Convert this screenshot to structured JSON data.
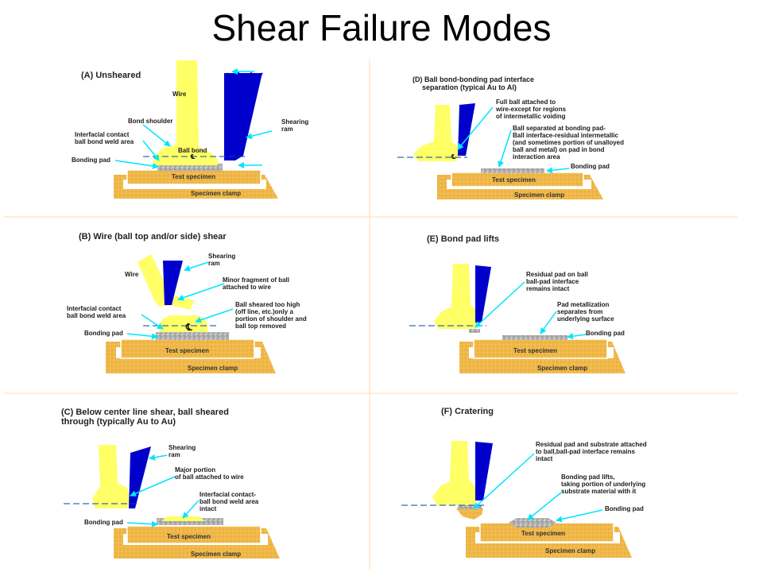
{
  "title": "Shear Failure Modes",
  "colors": {
    "yellow": "#ffff66",
    "gold": "#f0b848",
    "ram": "#0000cc",
    "arrow": "#00e5ff",
    "grey": "#a8a8a8",
    "divider": "#ffd9b3"
  },
  "panels": {
    "a": {
      "heading": "(A) Unsheared",
      "wire": "Wire",
      "bond_shoulder": "Bond shoulder",
      "interfacial_1": "Interfacial contact",
      "interfacial_2": "ball bond weld area",
      "bonding_pad": "Bonding pad",
      "ball_bond": "Ball bond",
      "shearing_1": "Shearing",
      "shearing_2": "ram",
      "test_specimen": "Test specimen",
      "specimen_clamp": "Specimen clamp"
    },
    "b": {
      "heading": "(B) Wire (ball top and/or side) shear",
      "shearing_1": "Shearing",
      "shearing_2": "ram",
      "wire": "Wire",
      "minor_1": "Minor fragment of ball",
      "minor_2": "attached to wire",
      "interfacial_1": "Interfacial contact",
      "interfacial_2": "ball bond weld area",
      "sheared_1": "Ball sheared too high",
      "sheared_2": "(off line, etc.)only a",
      "sheared_3": "portion of shoulder and",
      "sheared_4": "ball top removed",
      "bonding_pad": "Bonding pad",
      "test_specimen": "Test specimen",
      "specimen_clamp": "Specimen clamp"
    },
    "c": {
      "heading_1": "(C) Below center line shear, ball sheared",
      "heading_2": "through (typically Au to Au)",
      "shearing_1": "Shearing",
      "shearing_2": "ram",
      "major_1": "Major portion",
      "major_2": "of ball attached to wire",
      "interfacial_1": "Interfacial contact-",
      "interfacial_2": "ball bond weld area",
      "interfacial_3": "intact",
      "bonding_pad": "Bonding pad",
      "test_specimen": "Test specimen",
      "specimen_clamp": "Specimen clamp"
    },
    "d": {
      "heading_1": "(D) Ball bond-bonding pad interface",
      "heading_2": "separation (typical Au to Al)",
      "full_1": "Full ball attached to",
      "full_2": "wire-except for regions",
      "full_3": "of intermetallic voiding",
      "sep_1": "Ball separated at bonding pad-",
      "sep_2": "Ball interface-residual intermetallic",
      "sep_3": "(and sometimes portion of unalloyed",
      "sep_4": "ball and metal) on pad in bond",
      "sep_5": "interaction area",
      "bonding_pad": "Bonding pad",
      "test_specimen": "Test specimen",
      "specimen_clamp": "Specimen clamp"
    },
    "e": {
      "heading": "(E) Bond pad lifts",
      "residual_1": "Residual pad on ball",
      "residual_2": "ball-pad interface",
      "residual_3": "remains intact",
      "pad_1": "Pad metallization",
      "pad_2": "separates from",
      "pad_3": "underlying surface",
      "bonding_pad": "Bonding pad",
      "test_specimen": "Test specimen",
      "specimen_clamp": "Specimen clamp"
    },
    "f": {
      "heading": "(F) Cratering",
      "residual_1": "Residual pad and substrate attached",
      "residual_2": "to ball,ball-pad interface remains",
      "residual_3": "intact",
      "lift_1": "Bonding pad lifts,",
      "lift_2": "taking portion of underlying",
      "lift_3": "substrate material with it",
      "bonding_pad": "Bonding pad",
      "test_specimen": "Test specimen",
      "specimen_clamp": "Specimen clamp"
    }
  }
}
